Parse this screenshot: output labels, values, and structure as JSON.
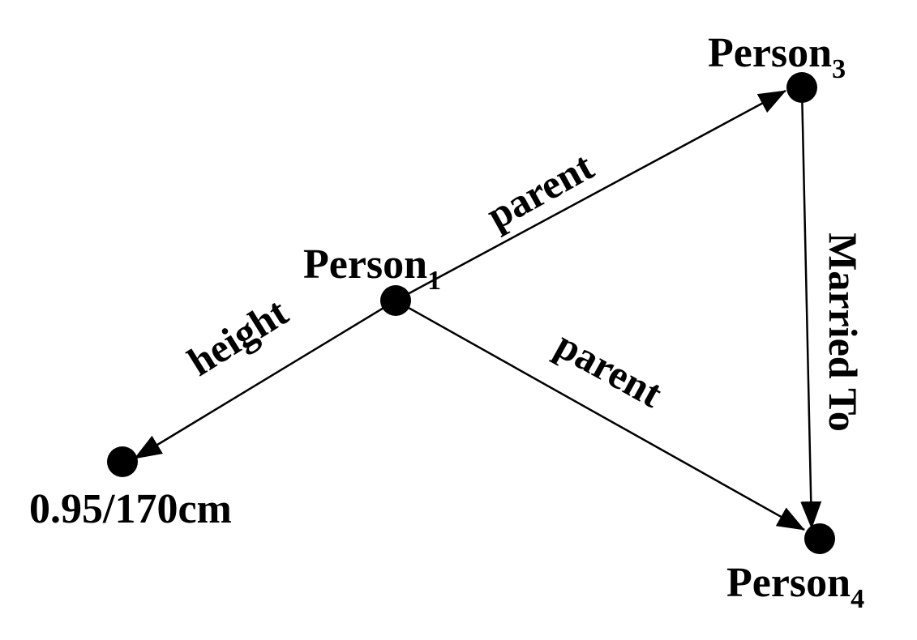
{
  "colors": {
    "ink": "#000000",
    "background": "#ffffff"
  },
  "nodes": {
    "person1": {
      "name": "Person",
      "subscript": "1"
    },
    "person3": {
      "name": "Person",
      "subscript": "3"
    },
    "person4": {
      "name": "Person",
      "subscript": "4"
    },
    "height_value": {
      "name": "0.95/170cm"
    }
  },
  "edges": {
    "p1_to_p3": {
      "label": "parent"
    },
    "p1_to_p4": {
      "label": "parent"
    },
    "p1_to_height": {
      "label": "height"
    },
    "p3_to_p4": {
      "label": "Married To"
    }
  }
}
